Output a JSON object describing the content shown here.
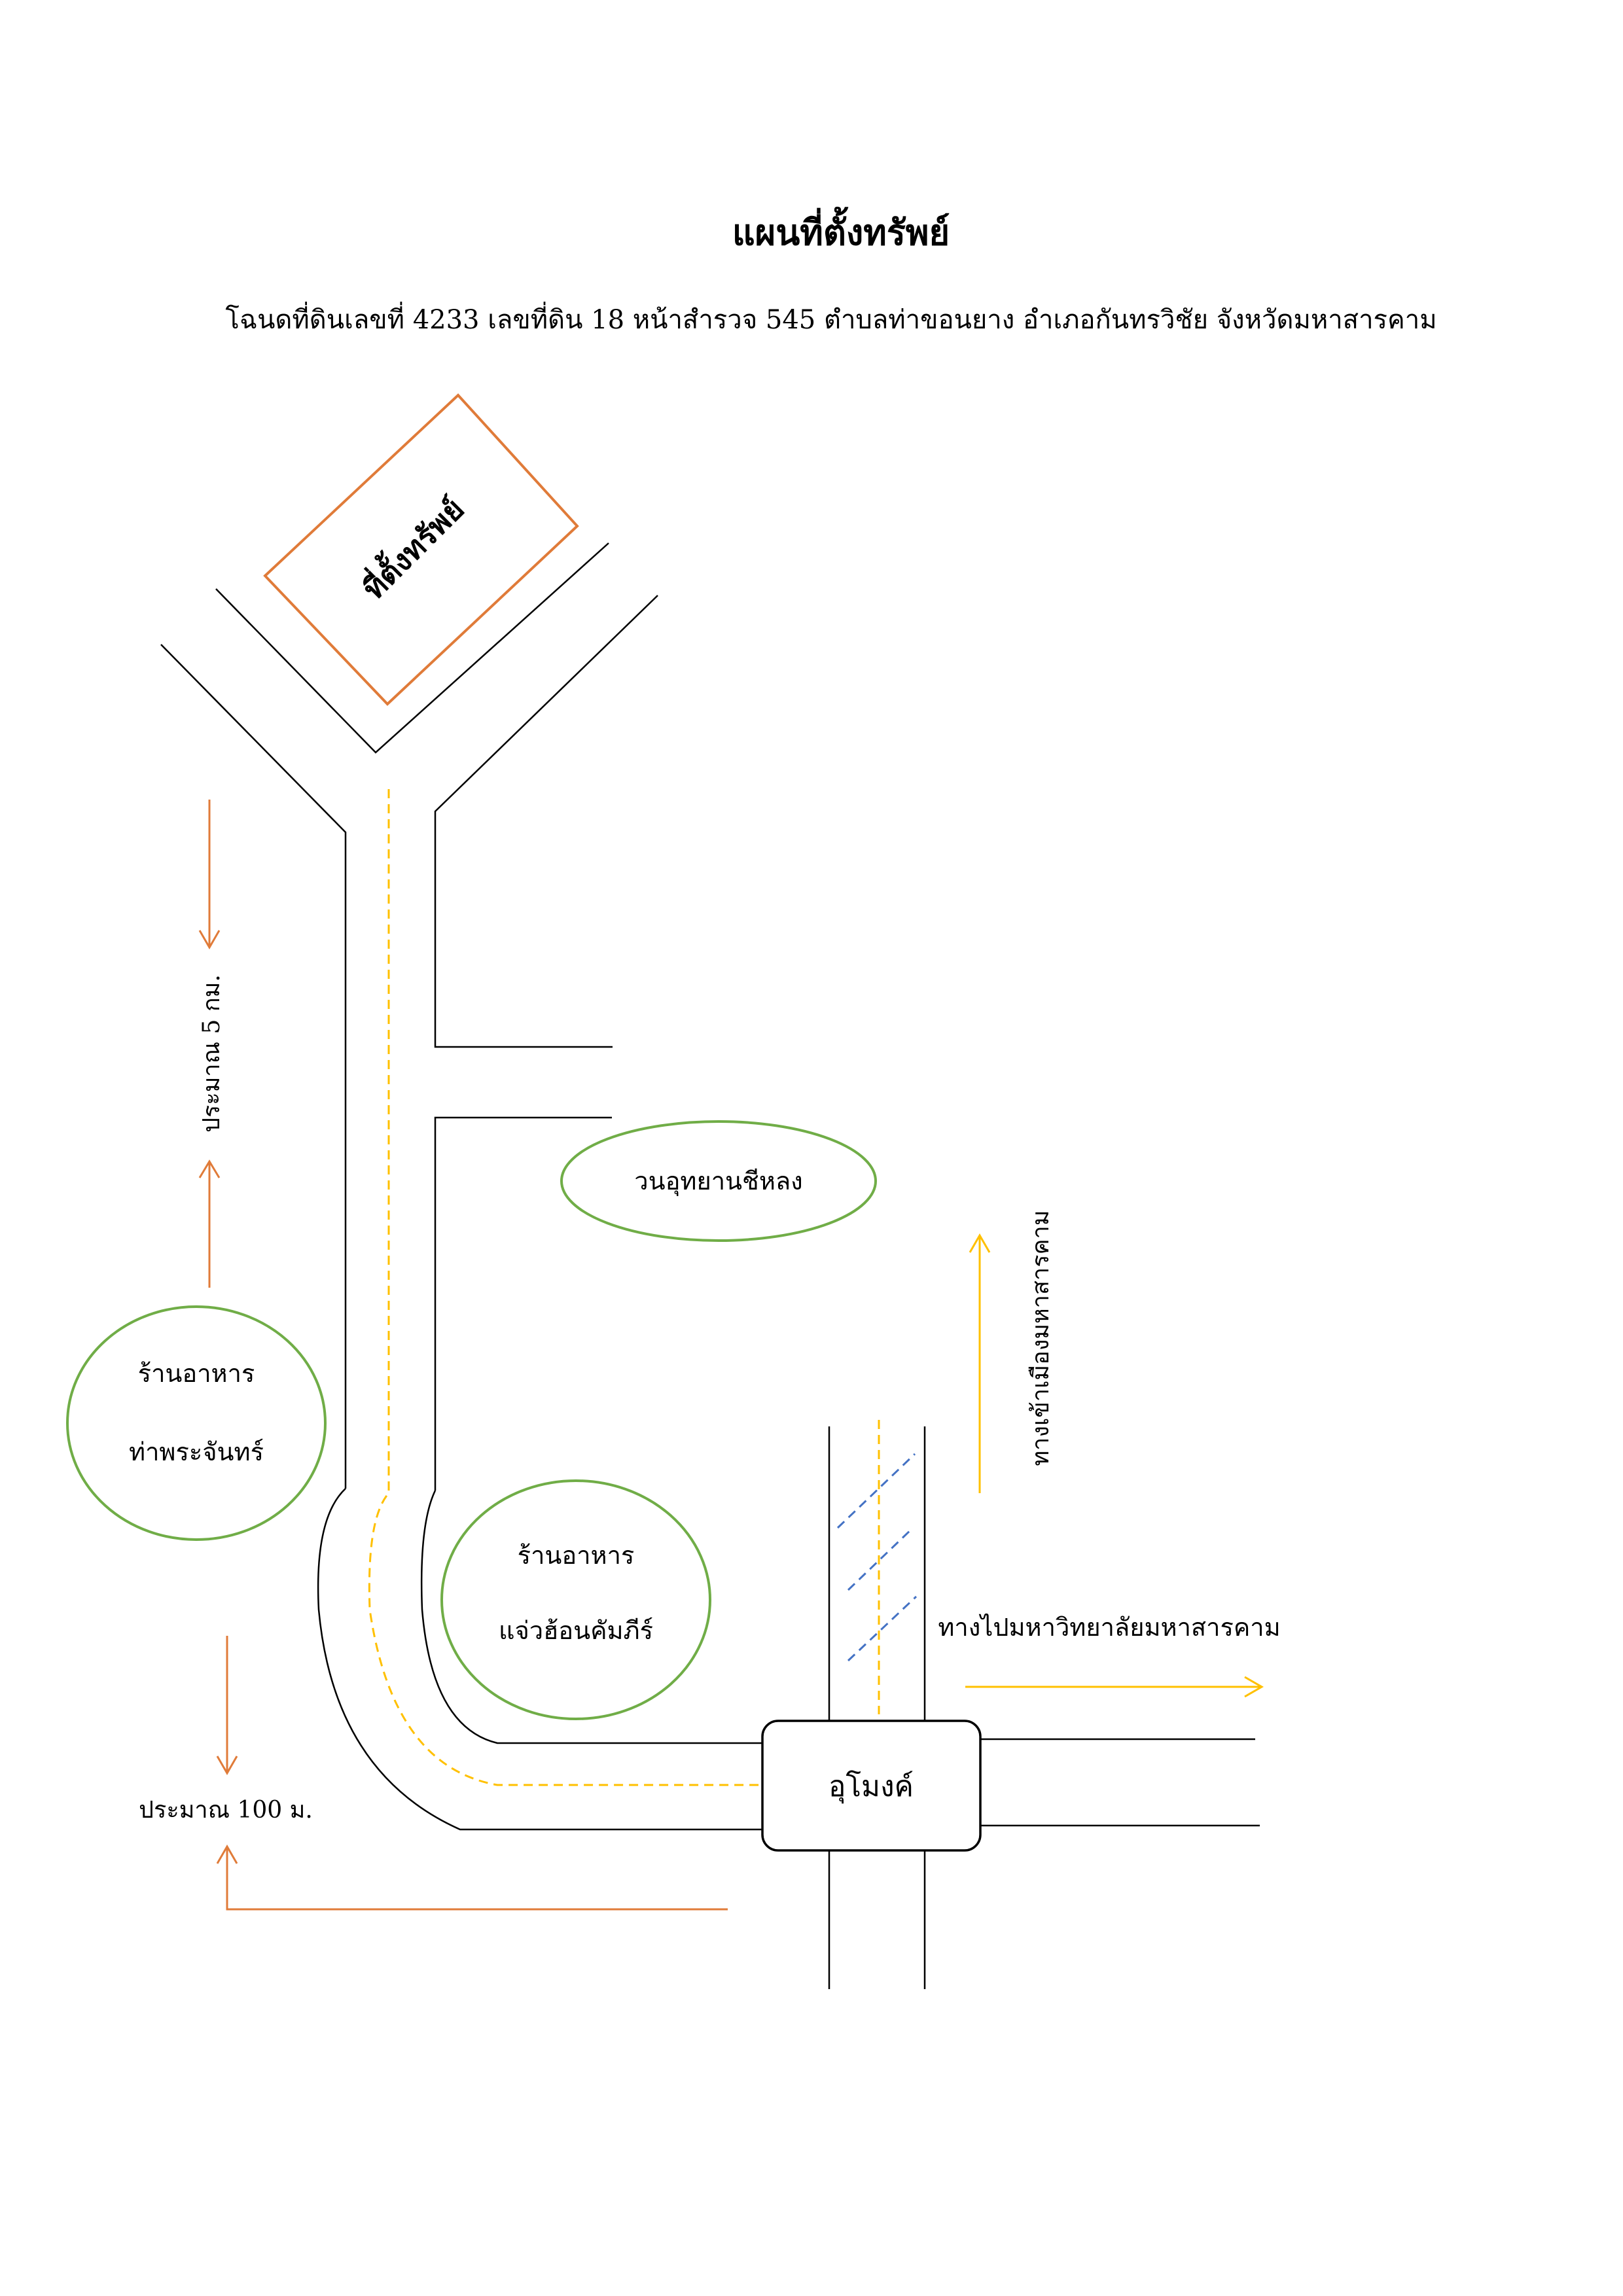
{
  "title": "แผนที่ตั้งทรัพย์",
  "subtitle": "โฉนดที่ดินเลขที่ 4233  เลขที่ดิน 18  หน้าสำรวจ 545  ตำบลท่าขอนยาง  อำเภอกันทรวิชัย  จังหวัดมหาสารคาม",
  "labels": {
    "property": "ที่ตั้งทรัพย์",
    "park": "วนอุทยานชีหลง",
    "restaurant_left_1": "ร้านอาหาร",
    "restaurant_left_2": "ท่าพระจันทร์",
    "restaurant_right_1": "ร้านอาหาร",
    "restaurant_right_2": "แจ่วฮ้อนคัมภีร์",
    "tunnel": "อุโมงค์",
    "distance_5km": "ประมาณ 5 กม.",
    "distance_100m": "ประมาณ 100 ม.",
    "to_city": "ทางเข้าเมืองมหาสารคาม",
    "to_university": "ทางไปมหาวิทยาลัยมหาสารคาม"
  },
  "colors": {
    "road": "#000000",
    "property_outline": "#e07b39",
    "arrow_orange": "#e07b39",
    "landmark": "#70ad47",
    "center_line": "#ffc000",
    "arrow_yellow": "#ffc000",
    "dashed_blue": "#4472c4"
  }
}
